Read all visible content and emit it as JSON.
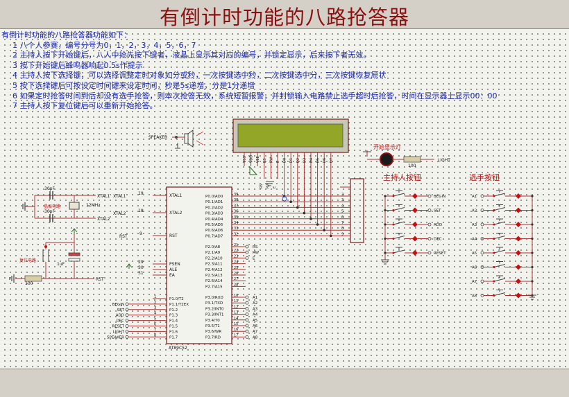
{
  "title": "有倒计时功能的八路抢答器",
  "description": {
    "heading": "有倒计时功能的八路抢答器功能如下：",
    "lines": [
      "1 八个人参赛，编号分号为0，1，2，3，4，5，6，7",
      "2 主持人按下开始键后，八人中抢先按下键者，液晶上显示其对应的编号，并锁定显示，后来按下者无效。",
      "3 按下开始键后蜂鸣器响起0.5s作提示",
      "4 主持人按下选择键，可以选择调整定时对象如分或秒，一次按键选中秒，二次按键选中分，三次按键恢复原状",
      "5 按下选择键后可按设定时间键来设定时间，秒是5s递增，分是1分递增",
      "6 如果定时抢答时间到后却没有选手抢答，则本次抢答无效，系统短暂报警，并封锁输入电路禁止选手超时后抢答，时间在显示器上显示00：00",
      "7 主持人按下复位键后可以重新开始抢答。"
    ]
  },
  "labels": {
    "speaker": "SPEAKER",
    "start_lamp": "开始显示灯",
    "light": "LIGHT",
    "r100": "100",
    "host_buttons": "主持人按钮",
    "player_buttons": "选手按钮",
    "crystal_label": "晶振电路",
    "crystal_freq": "12MHz",
    "cap_30pf": "30pF",
    "reset_label": "复位电路",
    "cap_1uf": "1uF",
    "xtal1": "XTAL1",
    "xtal2": "XTAL2",
    "rst": "RST",
    "chip": "AT89C52",
    "psen": "PSEN",
    "ale": "ALE",
    "ea": "EA"
  },
  "lcd_pins": [
    "VSS",
    "VDD",
    "VEE",
    "RS",
    "RW",
    "E",
    "D0",
    "D1",
    "D2",
    "D3",
    "D4",
    "D5",
    "D6",
    "D7"
  ],
  "p0_pins": [
    "P0.0/AD0",
    "P0.1/AD1",
    "P0.2/AD2",
    "P0.3/AD3",
    "P0.4/AD4",
    "P0.5/AD5",
    "P0.6/AD6",
    "P0.7/AD7"
  ],
  "p0_nums": [
    "39",
    "38",
    "37",
    "36",
    "35",
    "34",
    "33",
    "32"
  ],
  "p2_pins": [
    "P2.0/A8",
    "P2.1/A9",
    "P2.2/A10",
    "P2.3/A11",
    "P2.4/A12",
    "P2.5/A13",
    "P2.6/A14",
    "P2.7/A15"
  ],
  "p2_nums": [
    "21",
    "22",
    "23",
    "24",
    "25",
    "26",
    "27",
    "28"
  ],
  "p2_nets": [
    "RS",
    "RW",
    "E"
  ],
  "p3_pins": [
    "P3.0/RXD",
    "P3.1/TXD",
    "P3.2/INT0",
    "P3.3/INT1",
    "P3.4/T0",
    "P3.5/T1",
    "P3.6/WR",
    "P3.7/RD"
  ],
  "p3_nums": [
    "10",
    "11",
    "12",
    "13",
    "14",
    "15",
    "16",
    "17"
  ],
  "p3_nets": [
    "A1",
    "A2",
    "A3",
    "A4",
    "A5",
    "A6",
    "A7",
    "A8"
  ],
  "p1_pins": [
    "P1.0/T2",
    "P1.1/T2EX",
    "P1.2",
    "P1.3",
    "P1.4",
    "P1.5",
    "P1.6",
    "P1.7"
  ],
  "p1_nums": [
    "1",
    "2",
    "3",
    "4",
    "5",
    "6",
    "7",
    "8"
  ],
  "p1_nets": [
    "",
    "BEGIN",
    "SET",
    "ADD",
    "DEC",
    "RESET",
    "LIGHT",
    "SPEAKER"
  ],
  "host_nets": [
    "BEGIN",
    "SET",
    "ADD",
    "DEC",
    "RESET"
  ],
  "player_nets": [
    "A1",
    "A2",
    "A3",
    "A4",
    "A5",
    "A6",
    "A7",
    "A8"
  ],
  "conn_nums": [
    "2",
    "3",
    "4",
    "5",
    "6",
    "7",
    "8",
    "9"
  ]
}
